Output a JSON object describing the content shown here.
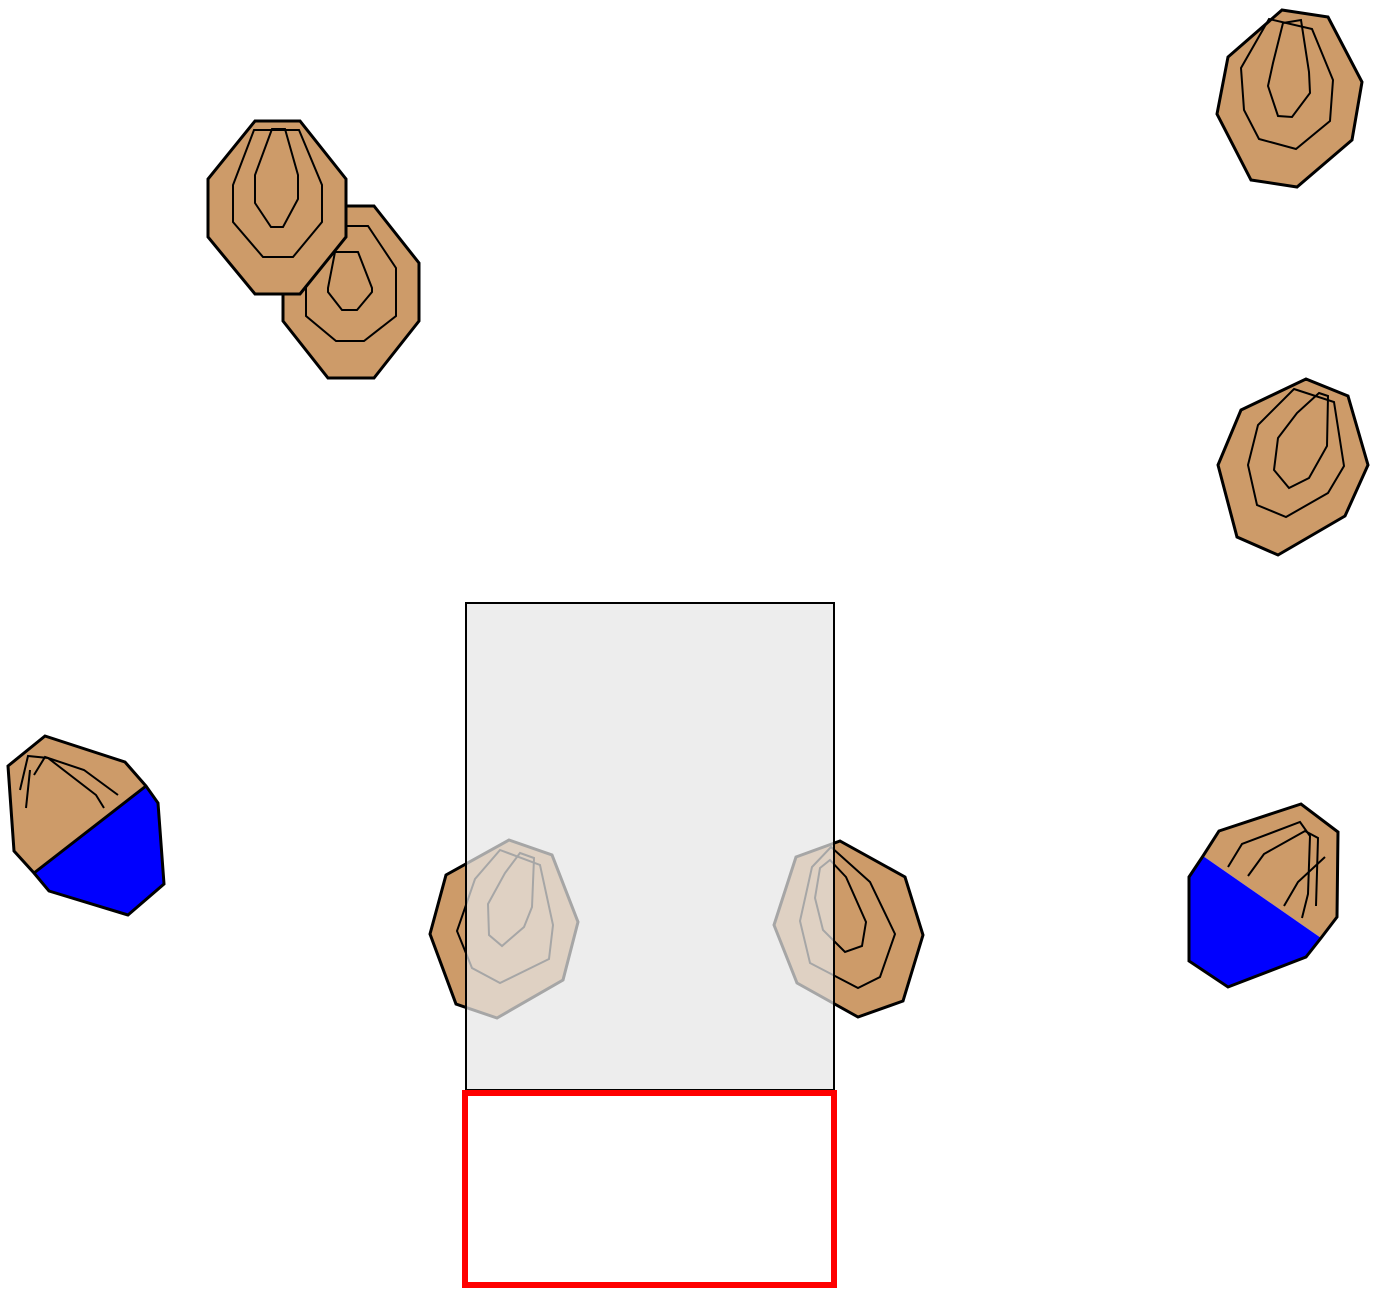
{
  "diagram": {
    "background_color": "#ffffff",
    "colors": {
      "target_fill": "#cd9b69",
      "target_stroke": "#000000",
      "no_shoot_fill": "#0000ff",
      "shooting_box_fill": "#e6e6e6",
      "shooting_box_stroke": "#000000",
      "fault_box_stroke": "#ff0000"
    },
    "targets": [
      {
        "id": "paper-1",
        "kind": "paper"
      },
      {
        "id": "paper-2",
        "kind": "paper"
      },
      {
        "id": "paper-3",
        "kind": "paper"
      },
      {
        "id": "paper-4",
        "kind": "paper"
      },
      {
        "id": "paper-5",
        "kind": "paper"
      },
      {
        "id": "paper-6",
        "kind": "paper"
      },
      {
        "id": "hardcover-1",
        "kind": "partial-hardcover"
      },
      {
        "id": "hardcover-2",
        "kind": "partial-hardcover"
      }
    ],
    "shooting_area": {
      "kind": "shooting-box",
      "pattern": "light-gray"
    },
    "fault_area": {
      "kind": "fault-line-box",
      "color": "#ff0000"
    }
  }
}
